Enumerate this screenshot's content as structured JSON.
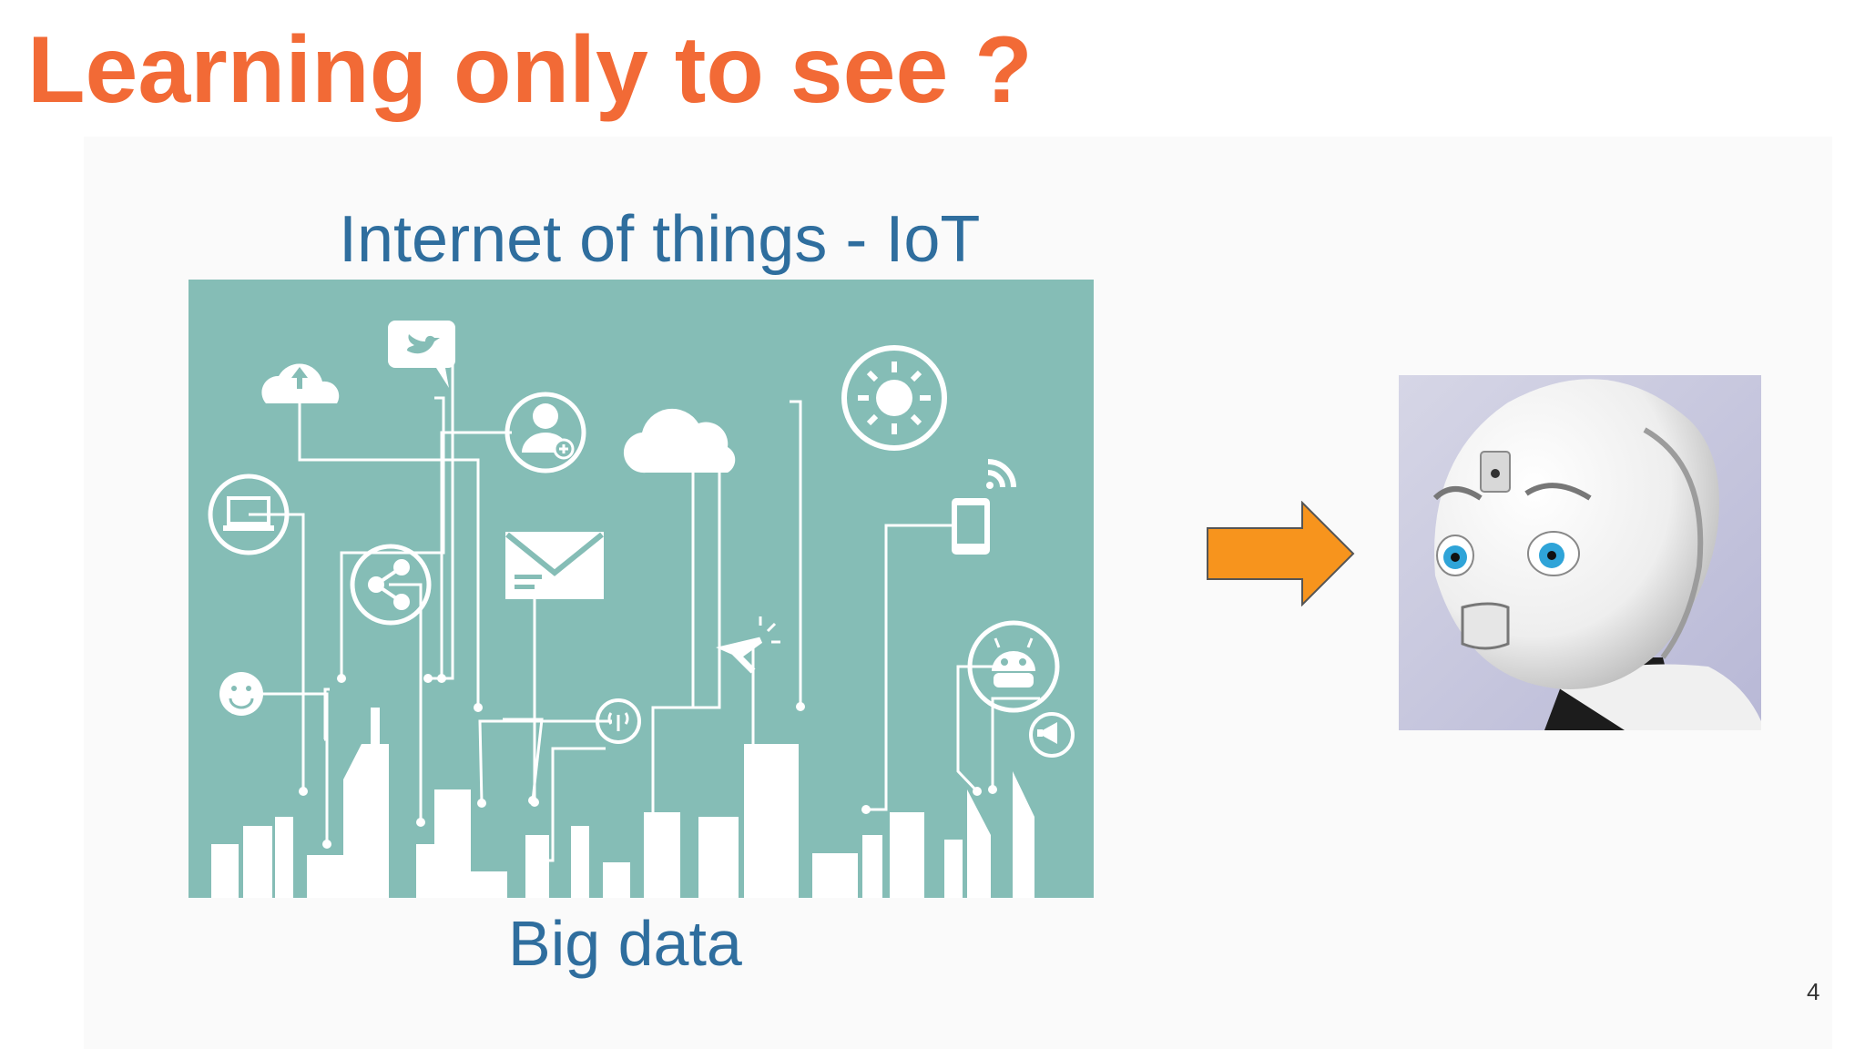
{
  "slide": {
    "title": "Learning only to see ?",
    "iot_caption": "Internet of things - IoT",
    "big_data_caption": "Big data",
    "page_number": "4"
  },
  "colors": {
    "title": "#f26a36",
    "caption": "#2f6e9e",
    "iot_panel": "#85bdb6",
    "arrow_fill": "#f7941d",
    "robot_eye": "#2fa4d8",
    "robot_background": "#c9c9e0"
  },
  "icons": [
    "cloud-upload-icon",
    "twitter-bird-icon",
    "user-add-icon",
    "cloud-icon",
    "sun-icon",
    "laptop-icon",
    "mobile-wifi-icon",
    "share-icon",
    "envelope-icon",
    "smiley-icon",
    "antenna-icon",
    "cursor-click-icon",
    "robot-icon",
    "megaphone-icon"
  ]
}
